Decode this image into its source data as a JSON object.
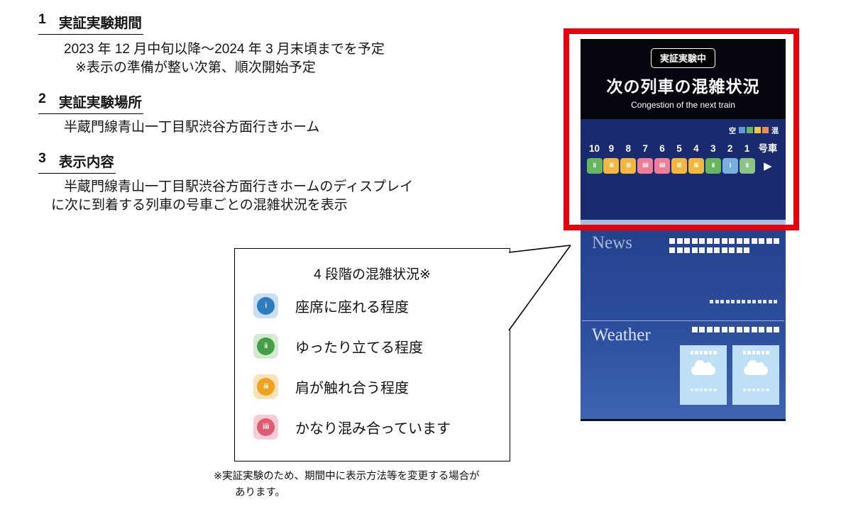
{
  "document": {
    "sections": [
      {
        "number": "1",
        "heading": "実証実験期間",
        "lines": [
          "2023 年 12 月中旬以降～2024 年 3 月末頃までを予定",
          "※表示の準備が整い次第、順次開始予定"
        ]
      },
      {
        "number": "2",
        "heading": "実証実験場所",
        "lines": [
          "半蔵門線青山一丁目駅渋谷方面行きホーム"
        ]
      },
      {
        "number": "3",
        "heading": "表示内容",
        "lines": [
          "半蔵門線青山一丁目駅渋谷方面行きホームのディスプレイ",
          "に次に到着する列車の号車ごとの混雑状況を表示"
        ]
      }
    ]
  },
  "legend": {
    "title": "4 段階の混雑状況※",
    "items": [
      {
        "level": "i",
        "label": "座席に座れる程度",
        "badge_bg": "#c9e0f4",
        "icon_color": "#2e7bc0"
      },
      {
        "level": "ii",
        "label": "ゆったり立てる程度",
        "badge_bg": "#d4ead0",
        "icon_color": "#43a047"
      },
      {
        "level": "iii",
        "label": "肩が触れ合う程度",
        "badge_bg": "#f8e3b9",
        "icon_color": "#efa21d"
      },
      {
        "level": "iiii",
        "label": "かなり混み合っています",
        "badge_bg": "#f6cdd5",
        "icon_color": "#e05a70"
      }
    ],
    "footnote_line1": "※実証実験のため、期間中に表示方法等を変更する場合が",
    "footnote_line2": "あります。"
  },
  "display": {
    "highlight_border_color": "#e8000d",
    "status_badge": "実証実験中",
    "title": "次の列車の混雑状況",
    "subtitle": "Congestion of the next train",
    "scale": {
      "empty_label": "空",
      "crowded_label": "混",
      "colors": [
        "#5b9bd5",
        "#67b75f",
        "#f2c53d",
        "#ef8a53"
      ]
    },
    "car_unit_label": "号車",
    "direction_icon": "▶",
    "cars": [
      {
        "number": "10",
        "level": "ii",
        "color": "#67b75f"
      },
      {
        "number": "9",
        "level": "iii",
        "color": "#f2b83d"
      },
      {
        "number": "8",
        "level": "iii",
        "color": "#f2b83d"
      },
      {
        "number": "7",
        "level": "iiii",
        "color": "#ef7d96"
      },
      {
        "number": "6",
        "level": "iiii",
        "color": "#ef7d96"
      },
      {
        "number": "5",
        "level": "iii",
        "color": "#f2b83d"
      },
      {
        "number": "4",
        "level": "iii",
        "color": "#f2b83d"
      },
      {
        "number": "3",
        "level": "ii",
        "color": "#67b75f"
      },
      {
        "number": "2",
        "level": "i",
        "color": "#79afdd"
      },
      {
        "number": "1",
        "level": "ii",
        "color": "#8cc486"
      }
    ],
    "news_label": "News",
    "weather_label": "Weather"
  }
}
